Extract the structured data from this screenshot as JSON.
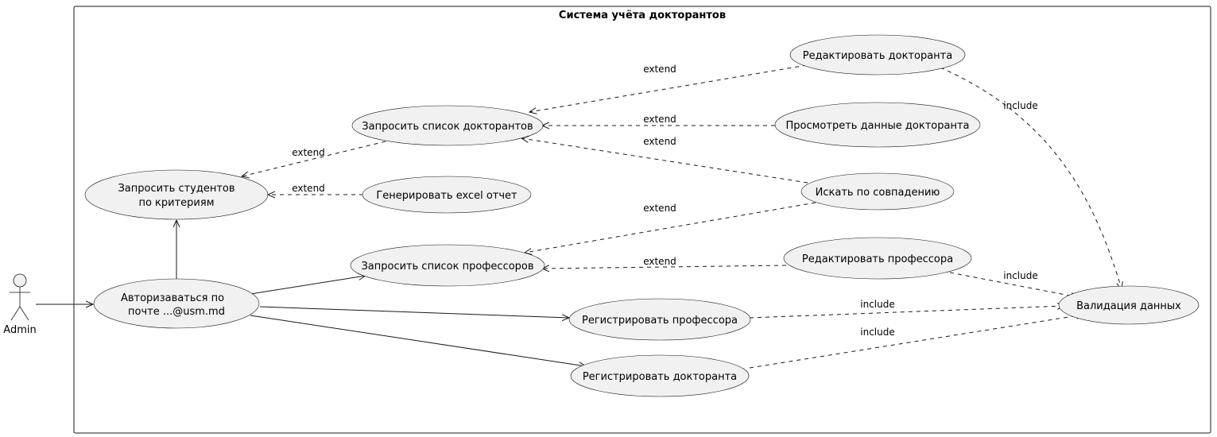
{
  "system": {
    "title": "Система учёта докторантов"
  },
  "actor": {
    "name": "Admin"
  },
  "use_cases": {
    "edit_doctoral": "Редактировать докторанта",
    "request_doctoral_list": "Запросить список докторантов",
    "view_doctoral": "Просмотреть данные докторанта",
    "request_students_l1": "Запросить студентов",
    "request_students_l2": "по критериям",
    "generate_excel": "Генерировать excel отчет",
    "search_match": "Искать по совпадению",
    "request_professor_list": "Запросить список профессоров",
    "edit_professor": "Редактировать профессора",
    "authorize_l1": "Авторизаваться по",
    "authorize_l2": "почте ...@usm.md",
    "register_professor": "Регистрировать профессора",
    "validation": "Валидация данных",
    "register_doctoral": "Регистрировать докторанта"
  },
  "relations": {
    "extend": "extend",
    "include": "include"
  }
}
